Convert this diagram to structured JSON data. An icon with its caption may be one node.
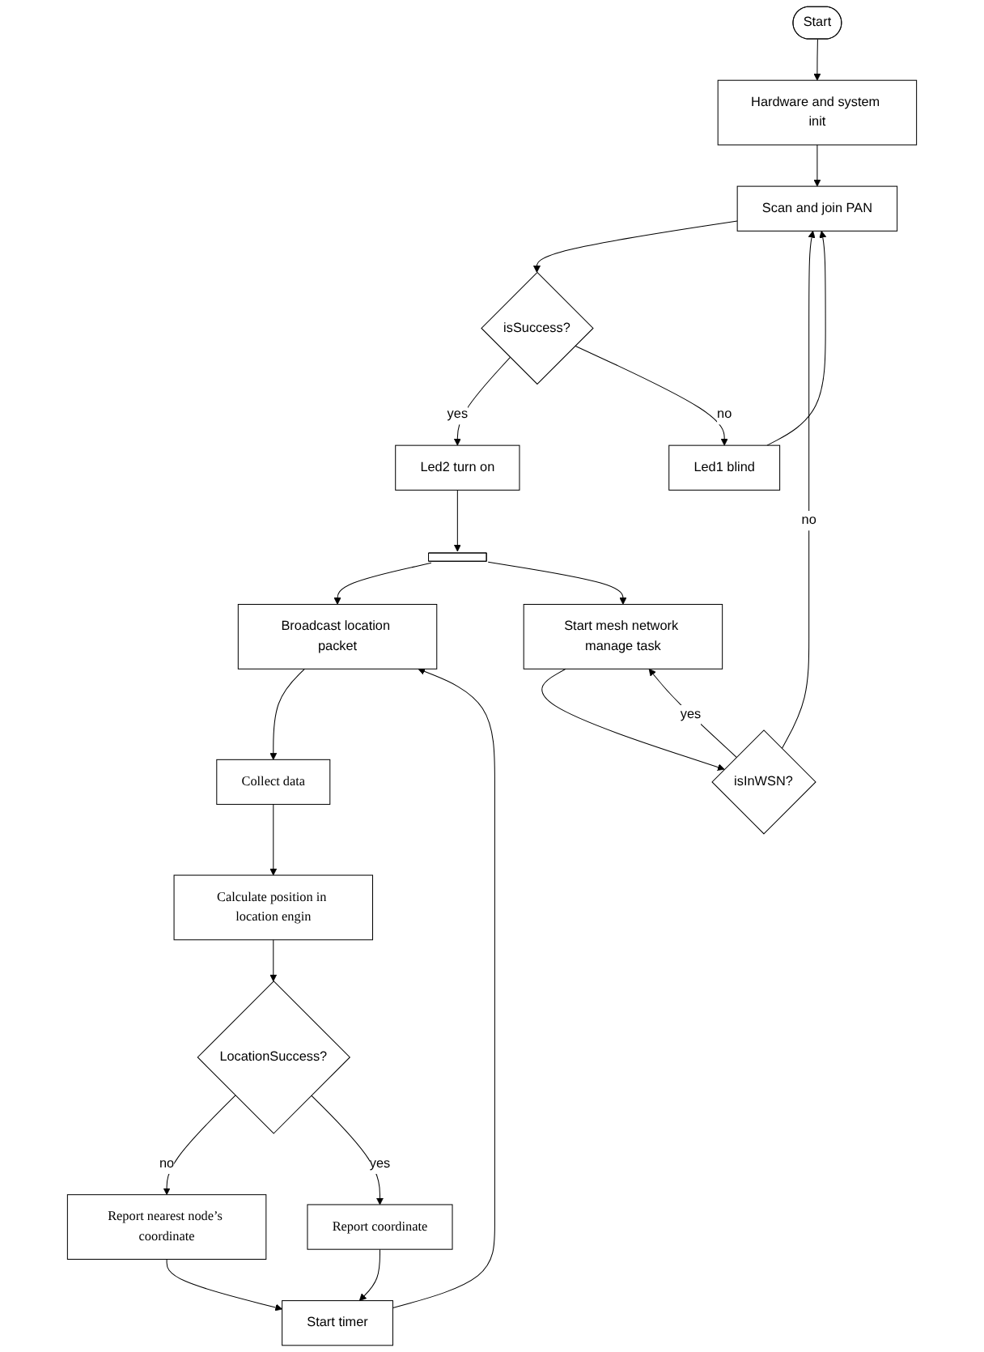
{
  "diagram": {
    "nodes": [
      {
        "text": [
          "Start"
        ]
      },
      {
        "text": [
          "Hardware and system init"
        ]
      },
      {
        "text": [
          "Scan and join PAN"
        ]
      },
      {
        "text": [
          "isSuccess?"
        ]
      },
      {
        "text": [
          "Led1 blind"
        ]
      },
      {
        "text": [
          "Led2 turn on"
        ]
      },
      {
        "text": [],
        "shape": "bar"
      },
      {
        "text": [
          "Broadcast location packet"
        ]
      },
      {
        "text": [
          "Start mesh network manage task"
        ]
      },
      {
        "text": [
          "Collect data"
        ]
      },
      {
        "text": [
          "Calculate position in location engin"
        ]
      },
      {
        "text": [
          "isInWSN?"
        ]
      },
      {
        "text": [
          "LocationSuccess?"
        ]
      },
      {
        "text": [
          "Report nearest node’s coordinate"
        ]
      },
      {
        "text": [
          "Report coordinate"
        ]
      },
      {
        "text": [
          "Start timer"
        ]
      }
    ],
    "edges": [
      {
        "from": 0,
        "to": 1,
        "arrow": "to"
      },
      {
        "from": 1,
        "to": 2,
        "arrow": "to"
      },
      {
        "from": 2,
        "to": 3,
        "arrow": "to"
      },
      {
        "from": 3,
        "to": 5,
        "label": "yes",
        "arrow": "to"
      },
      {
        "from": 3,
        "to": 4,
        "label": "no",
        "arrow": "to"
      },
      {
        "from": 4,
        "to": 2,
        "arrow": "to"
      },
      {
        "from": 5,
        "to": 6,
        "arrow": "to"
      },
      {
        "from": 6,
        "to": 7,
        "arrow": "to"
      },
      {
        "from": 6,
        "to": 8,
        "arrow": "to"
      },
      {
        "from": 7,
        "to": 9,
        "arrow": "to"
      },
      {
        "from": 9,
        "to": 10,
        "arrow": "to"
      },
      {
        "from": 10,
        "to": 12,
        "arrow": "to"
      },
      {
        "from": 8,
        "to": 11,
        "arrow": "to"
      },
      {
        "from": 11,
        "to": 8,
        "label": "yes",
        "arrow": "to"
      },
      {
        "from": 11,
        "to": 2,
        "label": "no",
        "arrow": "to"
      },
      {
        "from": 12,
        "to": 13,
        "label": "no",
        "arrow": "to"
      },
      {
        "from": 12,
        "to": 14,
        "label": "yes",
        "arrow": "to"
      },
      {
        "from": 13,
        "to": 15,
        "arrow": "to"
      },
      {
        "from": 14,
        "to": 15,
        "arrow": "to"
      },
      {
        "from": 15,
        "to": 7,
        "arrow": "to"
      }
    ]
  }
}
